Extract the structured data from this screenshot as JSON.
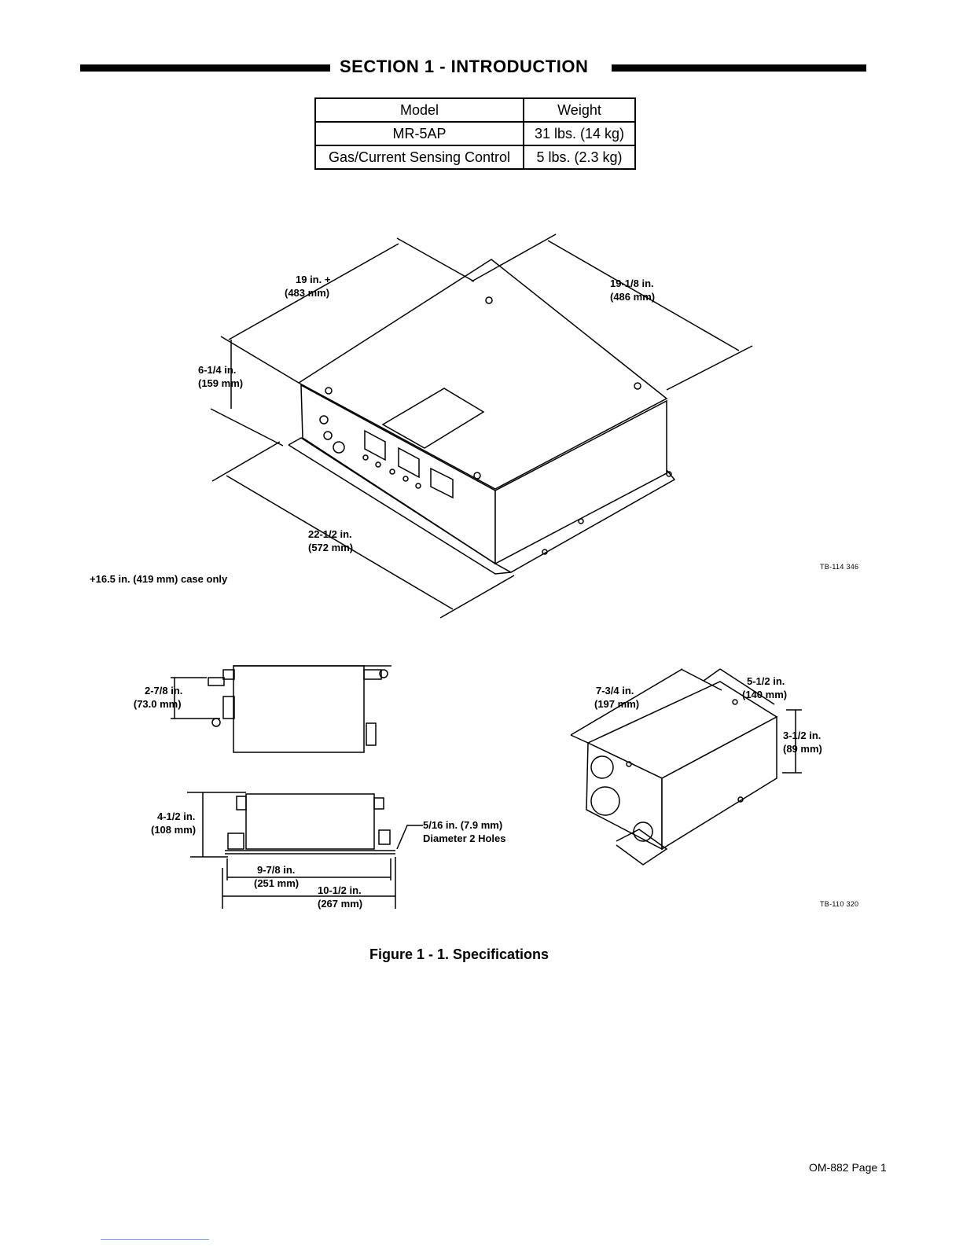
{
  "header": {
    "section_title": "SECTION 1 - INTRODUCTION"
  },
  "spec_table": {
    "headers": [
      "Model",
      "Weight"
    ],
    "rows": [
      [
        "MR-5AP",
        "31 lbs. (14 kg)"
      ],
      [
        "Gas/Current Sensing Control",
        "5 lbs. (2.3 kg)"
      ]
    ]
  },
  "diagram_main": {
    "dim_width_in": "19 in. +",
    "dim_width_mm": "(483 mm)",
    "dim_depth_in": "19-1/8 in.",
    "dim_depth_mm": "(486 mm)",
    "dim_height_in": "6-1/4 in.",
    "dim_height_mm": "(159 mm)",
    "dim_length_in": "22-1/2 in.",
    "dim_length_mm": "(572 mm)",
    "note": "+16.5 in. (419 mm) case only",
    "ref": "TB-114 346"
  },
  "diagram_small": {
    "top_h_in": "2-7/8 in.",
    "top_h_mm": "(73.0 mm)",
    "side_h_in": "4-1/2 in.",
    "side_h_mm": "(108 mm)",
    "hole_size": "5/16 in. (7.9 mm)",
    "hole_desc": "Diameter 2 Holes",
    "inner_len_in": "9-7/8 in.",
    "inner_len_mm": "(251 mm)",
    "outer_len_in": "10-1/2 in.",
    "outer_len_mm": "(267 mm)",
    "iso_len_in": "7-3/4 in.",
    "iso_len_mm": "(197 mm)",
    "iso_wid_in": "5-1/2 in.",
    "iso_wid_mm": "(140 mm)",
    "iso_h_in": "3-1/2 in.",
    "iso_h_mm": "(89 mm)",
    "ref": "TB-110 320"
  },
  "figure_caption": "Figure 1 - 1. Specifications",
  "footer": {
    "page_label": "OM-882 Page 1"
  }
}
